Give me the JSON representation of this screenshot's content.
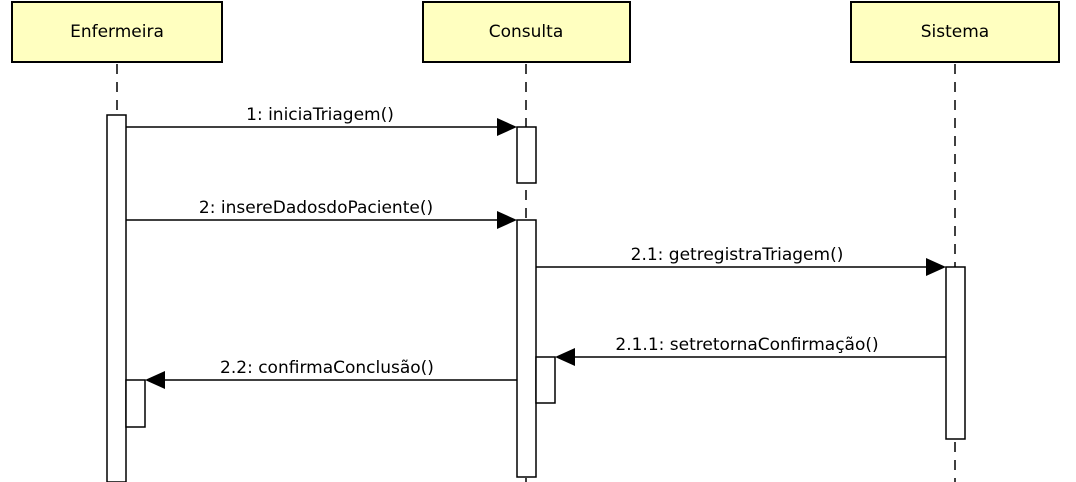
{
  "lifelines": [
    {
      "id": "enfermeira",
      "label": "Enfermeira"
    },
    {
      "id": "consulta",
      "label": "Consulta"
    },
    {
      "id": "sistema",
      "label": "Sistema"
    }
  ],
  "messages": [
    {
      "id": "m1",
      "label": "1: iniciaTriagem()",
      "from": "Enfermeira",
      "to": "Consulta"
    },
    {
      "id": "m2",
      "label": "2: insereDadosdoPaciente()",
      "from": "Enfermeira",
      "to": "Consulta"
    },
    {
      "id": "m21",
      "label": "2.1: getregistraTriagem()",
      "from": "Consulta",
      "to": "Sistema"
    },
    {
      "id": "m211",
      "label": "2.1.1: setretornaConfirmação()",
      "from": "Sistema",
      "to": "Consulta"
    },
    {
      "id": "m22",
      "label": "2.2: confirmaConclusão()",
      "from": "Consulta",
      "to": "Enfermeira"
    }
  ],
  "colors": {
    "lifeline_header": "#ffffc0",
    "stroke": "#000000",
    "background": "#ffffff"
  }
}
